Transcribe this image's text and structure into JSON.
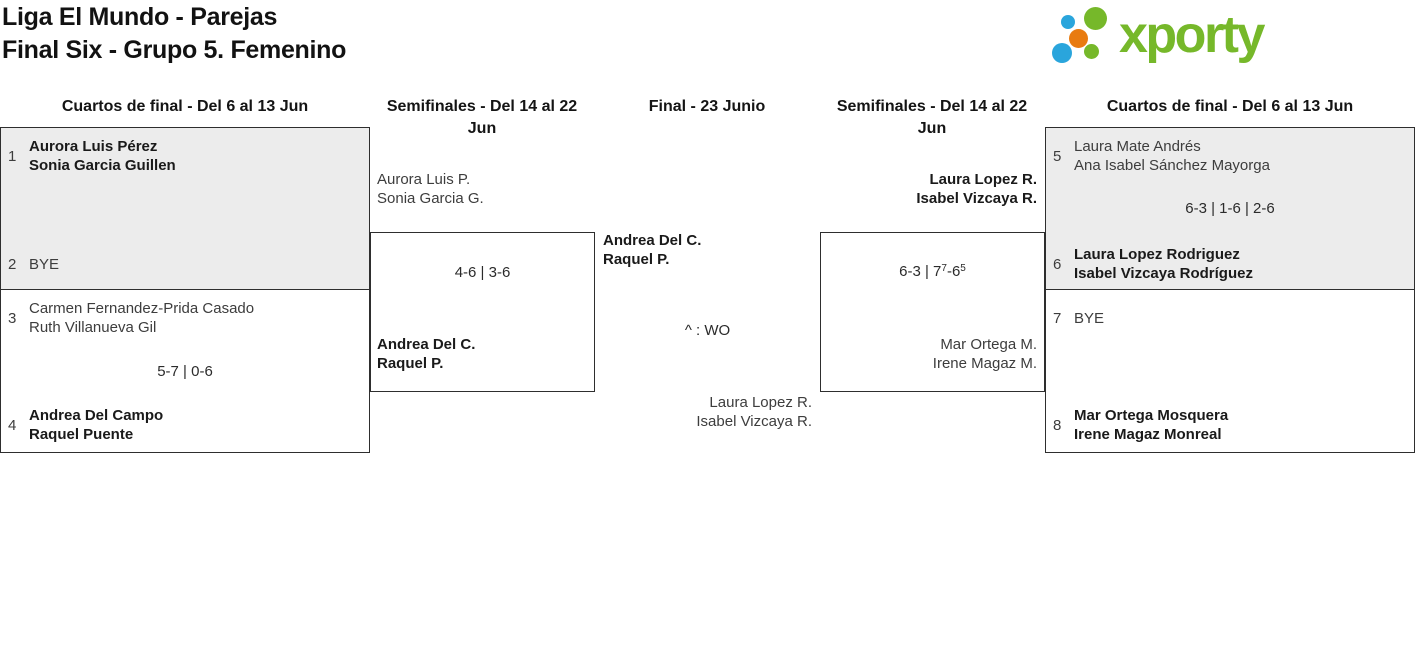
{
  "title": {
    "line1": "Liga El Mundo - Parejas",
    "line2": "Final Six - Grupo 5. Femenino"
  },
  "logo": {
    "wordmark": "xporty",
    "colors": {
      "green": "#76b82a",
      "blue": "#2aa5dc",
      "orange": "#e87b10"
    }
  },
  "rounds": {
    "qf_left": "Cuartos de final - Del 6 al 13 Jun",
    "sf_left": "Semifinales - Del 14 al 22 Jun",
    "final": "Final - 23 Junio",
    "sf_right": "Semifinales - Del 14 al 22 Jun",
    "qf_right": "Cuartos de final - Del 6 al 13 Jun"
  },
  "matches": {
    "qf1": {
      "seed_top": "1",
      "top": [
        "Aurora Luis Pérez",
        "Sonia Garcia Guillen"
      ],
      "seed_bottom": "2",
      "bottom": [
        "BYE"
      ]
    },
    "qf2": {
      "seed_top": "3",
      "top": [
        "Carmen Fernandez-Prida Casado",
        "Ruth Villanueva Gil"
      ],
      "score": "5-7 | 0-6",
      "seed_bottom": "4",
      "bottom": [
        "Andrea Del Campo",
        "Raquel Puente"
      ]
    },
    "sf_left": {
      "top": [
        "Aurora Luis P.",
        "Sonia Garcia G."
      ],
      "score": "4-6 | 3-6",
      "bottom": [
        "Andrea Del C.",
        "Raquel P."
      ]
    },
    "final": {
      "top": [
        "Andrea Del C.",
        "Raquel P."
      ],
      "note": "^ : WO",
      "bottom": [
        "Laura Lopez R.",
        "Isabel Vizcaya R."
      ]
    },
    "sf_right": {
      "top": [
        "Laura Lopez R.",
        "Isabel Vizcaya R."
      ],
      "score": {
        "part1": "6-3 | 7",
        "sup1": "7",
        "part2": "-6",
        "sup2": "5"
      },
      "bottom": [
        "Mar Ortega M.",
        "Irene Magaz M."
      ]
    },
    "qf3": {
      "seed_top": "5",
      "top": [
        "Laura Mate Andrés",
        "Ana Isabel Sánchez Mayorga"
      ],
      "score": "6-3 | 1-6 | 2-6",
      "seed_bottom": "6",
      "bottom": [
        "Laura Lopez Rodriguez",
        "Isabel Vizcaya Rodríguez"
      ]
    },
    "qf4": {
      "seed_top": "7",
      "top": [
        "BYE"
      ],
      "seed_bottom": "8",
      "bottom": [
        "Mar Ortega Mosquera",
        "Irene Magaz Monreal"
      ]
    }
  }
}
